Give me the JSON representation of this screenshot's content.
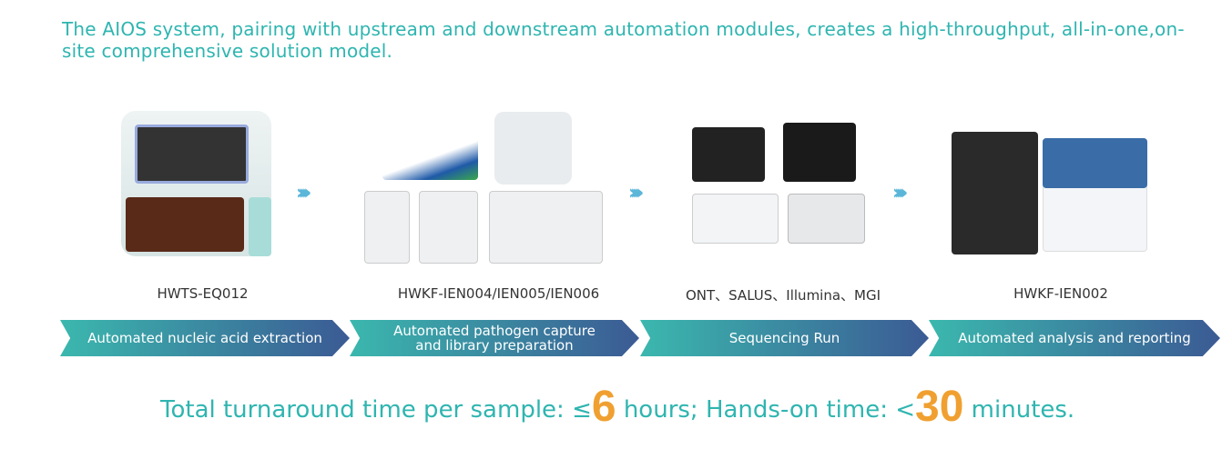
{
  "title": "The AIOS system, pairing with upstream and downstream automation modules, creates a high-throughput, all-in-one,on-site comprehensive solution model.",
  "steps": [
    {
      "product": "HWTS-EQ012",
      "stage": "Automated nucleic acid extraction"
    },
    {
      "product": "HWKF-IEN004/IEN005/IEN006",
      "stage_line1": "Automated pathogen capture",
      "stage_line2": "and library preparation"
    },
    {
      "product": "ONT、SALUS、Illumina、MGI",
      "stage": "Sequencing Run"
    },
    {
      "product": "HWKF-IEN002",
      "stage": "Automated analysis and reporting"
    }
  ],
  "bottom": {
    "part1": "Total turnaround time per sample: ≤",
    "value1": "6",
    "part2": " hours; Hands-on time: <",
    "value2": "30",
    "part3": " minutes."
  },
  "colors": {
    "teal": "#2fb5b0",
    "orange": "#f0a030",
    "navy": "#3b5a94"
  }
}
